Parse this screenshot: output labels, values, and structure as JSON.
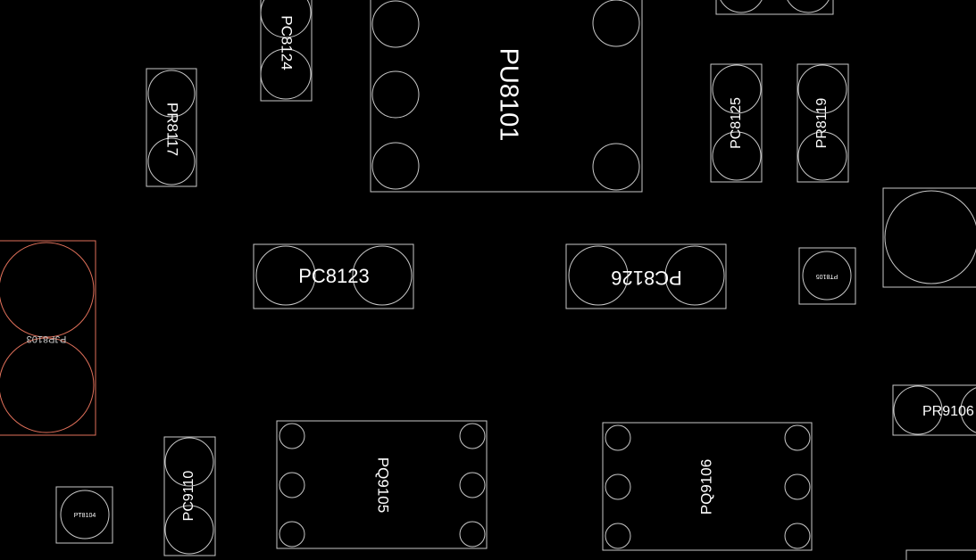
{
  "colors": {
    "background": "#000000",
    "outline": "#c8c8c8",
    "label": "#ffffff",
    "highlight": "#e0705a",
    "highlight_label": "#c8c8c8"
  },
  "components": [
    {
      "id": "pc8124",
      "label": "PC8124"
    },
    {
      "id": "pu8101",
      "label": "PU8101"
    },
    {
      "id": "pr8117",
      "label": "PR8117"
    },
    {
      "id": "pc8125",
      "label": "PC8125"
    },
    {
      "id": "pr8119",
      "label": "PR8119"
    },
    {
      "id": "pc8123",
      "label": "PC8123"
    },
    {
      "id": "pc8126",
      "label": "PC8126"
    },
    {
      "id": "pt8105",
      "label": "PT8105"
    },
    {
      "id": "pjp8103",
      "label": "PJP8103"
    },
    {
      "id": "pr9106",
      "label": "PR9106"
    },
    {
      "id": "pc9110",
      "label": "PC9110"
    },
    {
      "id": "pt8104",
      "label": "PT8104"
    },
    {
      "id": "pq9105",
      "label": "PQ9105"
    },
    {
      "id": "pq9106",
      "label": "PQ9106"
    }
  ]
}
